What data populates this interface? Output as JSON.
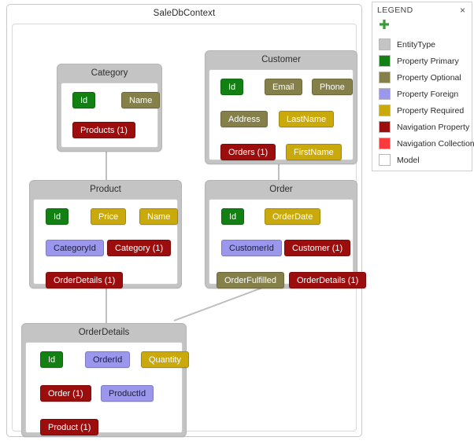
{
  "model": {
    "title": "SaleDbContext"
  },
  "legend": {
    "title": "LEGEND",
    "close_label": "×",
    "add_icon": "plus-icon",
    "items": [
      {
        "label": "EntityType",
        "color": "#c4c4c4"
      },
      {
        "label": "Property Primary",
        "color": "#128012"
      },
      {
        "label": "Property Optional",
        "color": "#85804a"
      },
      {
        "label": "Property Foreign",
        "color": "#9a97ec"
      },
      {
        "label": "Property Required",
        "color": "#c9a90c"
      },
      {
        "label": "Navigation Property",
        "color": "#9c0d0d"
      },
      {
        "label": "Navigation Collection",
        "color": "#fb3b3b"
      },
      {
        "label": "Model",
        "color": "#ffffff"
      }
    ]
  },
  "entities": [
    {
      "name": "Category",
      "properties": [
        {
          "label": "Id",
          "kind": "p-primary"
        },
        {
          "label": "Name",
          "kind": "p-optional"
        },
        {
          "label": "Products (1)",
          "kind": "n-property"
        }
      ]
    },
    {
      "name": "Customer",
      "properties": [
        {
          "label": "Id",
          "kind": "p-primary"
        },
        {
          "label": "Email",
          "kind": "p-optional"
        },
        {
          "label": "Phone",
          "kind": "p-optional"
        },
        {
          "label": "Address",
          "kind": "p-optional"
        },
        {
          "label": "LastName",
          "kind": "p-required"
        },
        {
          "label": "Orders (1)",
          "kind": "n-property"
        },
        {
          "label": "FirstName",
          "kind": "p-required"
        }
      ]
    },
    {
      "name": "Product",
      "properties": [
        {
          "label": "Id",
          "kind": "p-primary"
        },
        {
          "label": "Price",
          "kind": "p-required"
        },
        {
          "label": "Name",
          "kind": "p-required"
        },
        {
          "label": "CategoryId",
          "kind": "p-foreign"
        },
        {
          "label": "Category (1)",
          "kind": "n-property"
        },
        {
          "label": "OrderDetails (1)",
          "kind": "n-property"
        }
      ]
    },
    {
      "name": "Order",
      "properties": [
        {
          "label": "Id",
          "kind": "p-primary"
        },
        {
          "label": "OrderDate",
          "kind": "p-required"
        },
        {
          "label": "CustomerId",
          "kind": "p-foreign"
        },
        {
          "label": "Customer (1)",
          "kind": "n-property"
        },
        {
          "label": "OrderFulfilled",
          "kind": "p-optional"
        },
        {
          "label": "OrderDetails (1)",
          "kind": "n-property"
        }
      ]
    },
    {
      "name": "OrderDetails",
      "properties": [
        {
          "label": "Id",
          "kind": "p-primary"
        },
        {
          "label": "OrderId",
          "kind": "p-foreign"
        },
        {
          "label": "Quantity",
          "kind": "p-required"
        },
        {
          "label": "Order (1)",
          "kind": "n-property"
        },
        {
          "label": "ProductId",
          "kind": "p-foreign"
        },
        {
          "label": "Product (1)",
          "kind": "n-property"
        }
      ]
    }
  ]
}
